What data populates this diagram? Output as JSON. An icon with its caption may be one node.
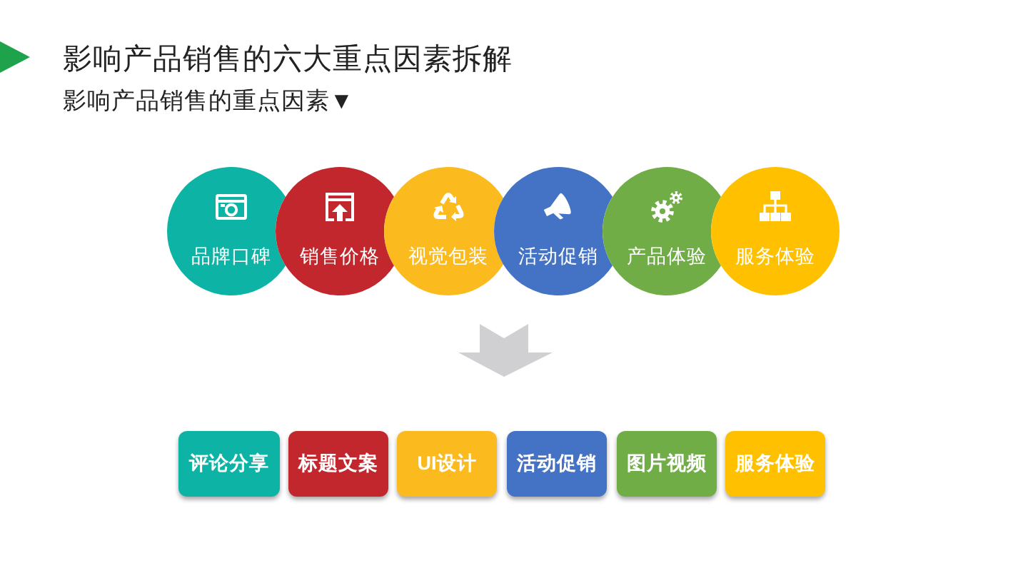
{
  "diagram": {
    "title": "影响产品销售的六大重点因素拆解",
    "nodes": [
      {
        "text": [
          "品牌口碑"
        ]
      },
      {
        "text": [
          "销售价格"
        ]
      },
      {
        "text": [
          "视觉包装"
        ]
      },
      {
        "text": [
          "活动促销"
        ]
      },
      {
        "text": [
          "产品体验"
        ]
      },
      {
        "text": [
          "服务体验"
        ]
      },
      {
        "text": [
          "评论分享"
        ]
      },
      {
        "text": [
          "标题文案"
        ]
      },
      {
        "text": [
          "UI设计"
        ]
      },
      {
        "text": [
          "活动促销"
        ]
      },
      {
        "text": [
          "图片视频"
        ]
      },
      {
        "text": [
          "服务体验"
        ]
      }
    ],
    "labels": [
      "影响产品销售的重点因素▼"
    ]
  }
}
